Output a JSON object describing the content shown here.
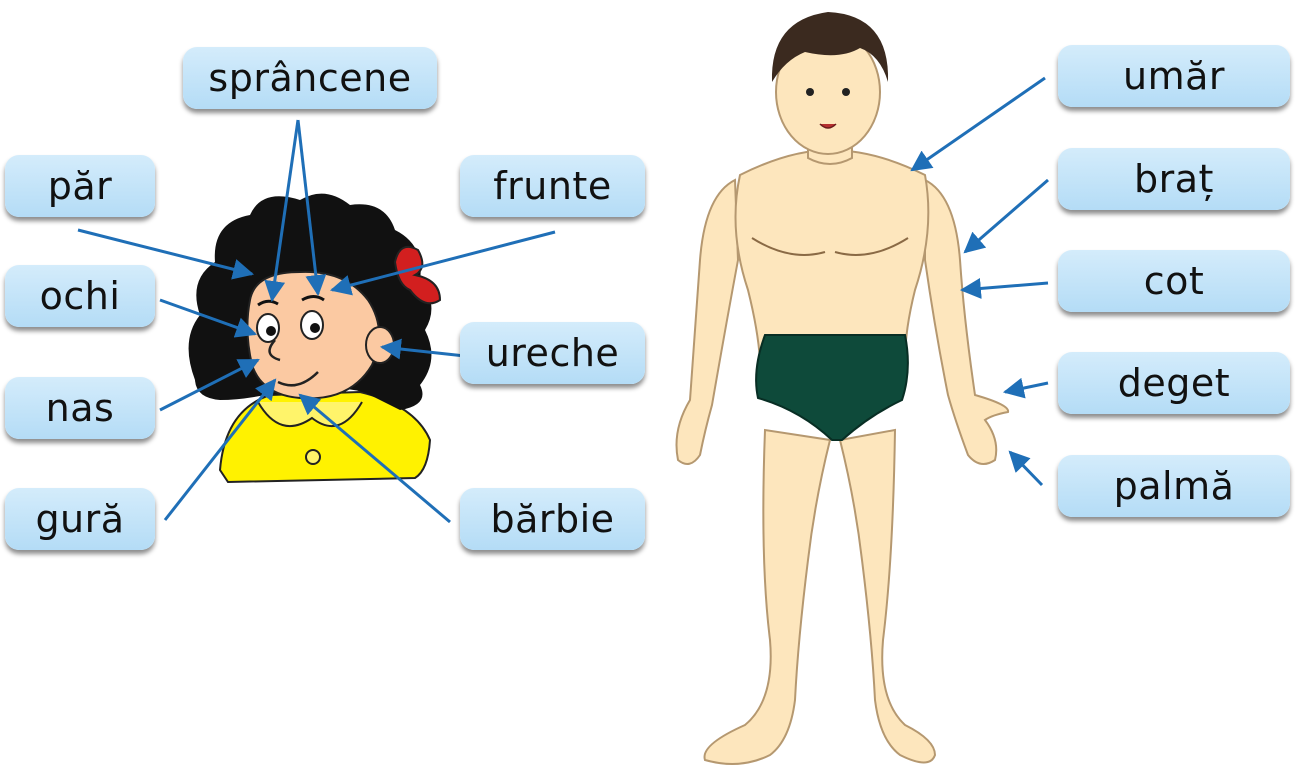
{
  "colors": {
    "label_fill": "#c6e5f9",
    "arrow": "#1f6fb7",
    "skin": "#fde6bd",
    "hair_boy": "#3b2a1f",
    "hair_girl": "#111111",
    "shorts": "#0e4a3a",
    "shirt_girl": "#fff200",
    "bow": "#d21f1f"
  },
  "head_labels": {
    "spranceae": "sprâncene",
    "par": "păr",
    "frunte": "frunte",
    "ochi": "ochi",
    "ureche": "ureche",
    "nas": "nas",
    "gura": "gură",
    "barbie": "bărbie"
  },
  "body_labels": {
    "umar": "umăr",
    "brat": "braț",
    "cot": "cot",
    "deget": "deget",
    "palma": "palmă"
  }
}
